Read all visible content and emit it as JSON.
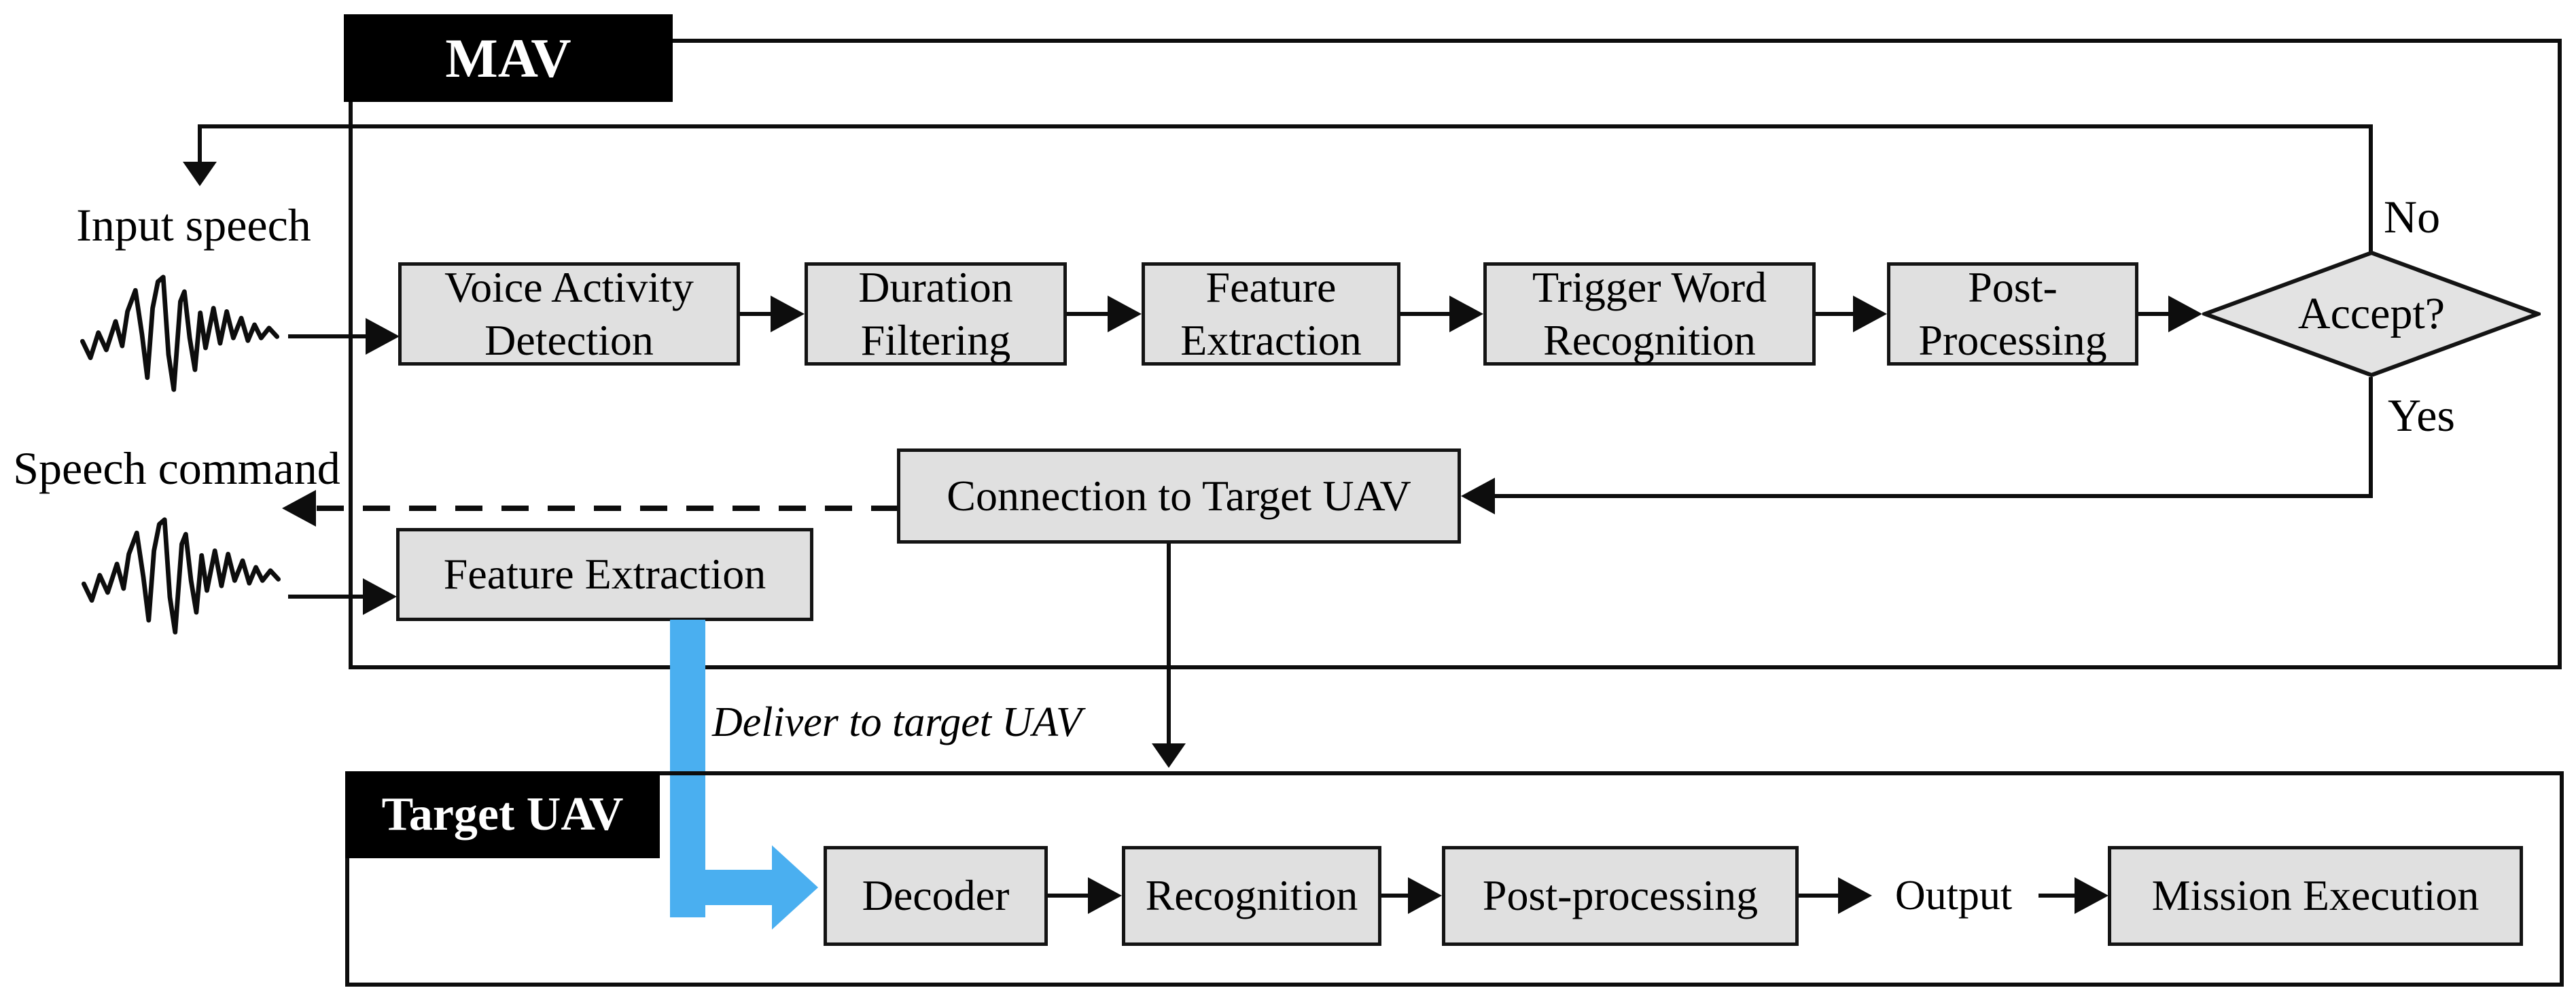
{
  "colors": {
    "box_fill": "#e0e0e0",
    "box_border": "#141414",
    "line": "#0d0d0d",
    "deliver_arrow_blue": "#4aaff0",
    "group_label_bg": "#000000",
    "group_label_text": "#ffffff"
  },
  "mav": {
    "label": "MAV",
    "input_speech_label": "Input speech",
    "speech_command_label": "Speech command",
    "pipeline": [
      "Voice Activity Detection",
      "Duration Filtering",
      "Feature Extraction",
      "Trigger Word Recognition",
      "Post-Processing"
    ],
    "decision": {
      "label": "Accept?",
      "no": "No",
      "yes": "Yes"
    },
    "connection_box": "Connection to Target UAV",
    "feature_extraction_2": "Feature Extraction"
  },
  "transfer": {
    "deliver_note": "Deliver to target UAV"
  },
  "target_uav": {
    "label": "Target UAV",
    "pipeline": [
      "Decoder",
      "Recognition",
      "Post-processing"
    ],
    "output_label": "Output",
    "mission_box": "Mission Execution"
  }
}
